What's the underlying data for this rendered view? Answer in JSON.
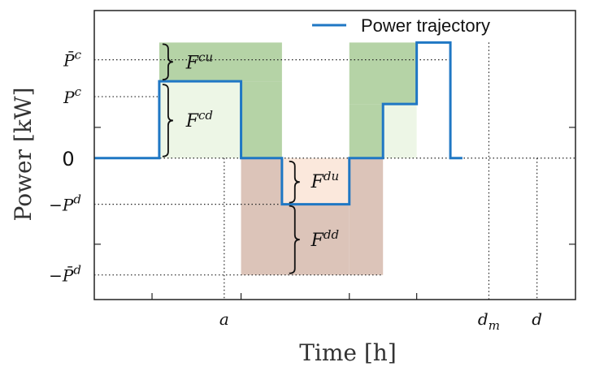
{
  "chart_data": {
    "type": "line",
    "xlabel": "Time [h]",
    "ylabel": "Power [kW]",
    "legend": {
      "position": "top-right",
      "entries": [
        "Power trajectory"
      ]
    },
    "x_ticks": [
      {
        "x": 2.7,
        "label": "a"
      },
      {
        "x": 8.2,
        "label": "d_m"
      },
      {
        "x": 9.2,
        "label": "d"
      }
    ],
    "y_ticks": [
      {
        "y": 1.6,
        "label": "P̄^c",
        "base": "P̄",
        "sup": "c"
      },
      {
        "y": 1.0,
        "label": "P^c",
        "base": "P",
        "sup": "c"
      },
      {
        "y": 0,
        "label": "0",
        "base": "0",
        "sup": ""
      },
      {
        "y": -0.75,
        "label": "−P^d",
        "base": "−P",
        "sup": "d"
      },
      {
        "y": -1.9,
        "label": "−P̄^d",
        "base": "−P̄",
        "sup": "d"
      }
    ],
    "xlim": [
      0,
      10
    ],
    "ylim": [
      -2.3,
      2.4
    ],
    "series": [
      {
        "name": "Power trajectory",
        "color": "#1f77c4",
        "x": [
          0,
          1.35,
          1.35,
          3.05,
          3.05,
          3.9,
          3.9,
          5.3,
          5.3,
          6.0,
          6.0,
          6.7,
          6.7,
          7.4,
          7.4,
          7.65
        ],
        "y": [
          0,
          0,
          1.25,
          1.25,
          0,
          0,
          -0.75,
          -0.75,
          0,
          0,
          0.88,
          0.88,
          1.88,
          1.88,
          0,
          0
        ]
      }
    ],
    "shaded_regions": [
      {
        "name": "F^cu",
        "color": "#b5d3a6",
        "x": [
          1.35,
          3.9
        ],
        "y": [
          1.25,
          1.88
        ]
      },
      {
        "name": "F^cu",
        "color": "#b5d3a6",
        "x": [
          3.05,
          3.9
        ],
        "y": [
          0,
          1.25
        ]
      },
      {
        "name": "F^cd",
        "color": "#edf6e6",
        "x": [
          1.35,
          3.05
        ],
        "y": [
          0,
          1.25
        ]
      },
      {
        "name": "F^cu",
        "color": "#b5d3a6",
        "x": [
          5.3,
          6.7
        ],
        "y": [
          0.88,
          1.88
        ]
      },
      {
        "name": "F^cu",
        "color": "#b5d3a6",
        "x": [
          5.3,
          6.0
        ],
        "y": [
          0,
          0.88
        ]
      },
      {
        "name": "F^cd",
        "color": "#edf6e6",
        "x": [
          6.0,
          6.7
        ],
        "y": [
          0,
          0.88
        ]
      },
      {
        "name": "F^du",
        "color": "#fbe8dc",
        "x": [
          3.9,
          5.3
        ],
        "y": [
          -0.75,
          0
        ]
      },
      {
        "name": "F^dd",
        "color": "#dcc4b9",
        "x": [
          3.05,
          5.3
        ],
        "y": [
          -1.9,
          -0.75
        ]
      },
      {
        "name": "F^dd",
        "color": "#dcc4b9",
        "x": [
          3.05,
          3.9
        ],
        "y": [
          -0.75,
          0
        ]
      },
      {
        "name": "F^dd",
        "color": "#dcc4b9",
        "x": [
          5.3,
          6.0
        ],
        "y": [
          -1.9,
          0
        ]
      }
    ],
    "annotations": [
      {
        "label": "F^cu",
        "base": "F",
        "sup": "cu",
        "x": 1.6,
        "y": 1.56
      },
      {
        "label": "F^cd",
        "base": "F",
        "sup": "cd",
        "x": 1.6,
        "y": 0.62
      },
      {
        "label": "F^du",
        "base": "F",
        "sup": "du",
        "x": 4.2,
        "y": -0.37
      },
      {
        "label": "F^dd",
        "base": "F",
        "sup": "dd",
        "x": 4.2,
        "y": -1.32
      }
    ],
    "grid": false
  }
}
